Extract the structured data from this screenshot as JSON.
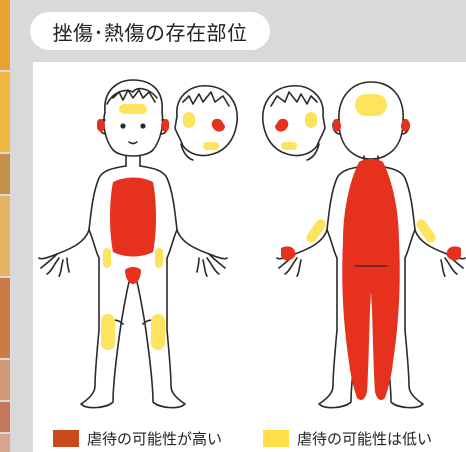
{
  "title": "挫傷･熱傷の存在部位",
  "legend": [
    {
      "label": "虐待の可能性が高い",
      "color": "#c8491c"
    },
    {
      "label": "虐待の可能性は低い",
      "color": "#ffe04a"
    }
  ],
  "colors": {
    "high": "#e5311e",
    "low": "#fde45c",
    "outline": "#2a2a2a",
    "background": "#d9d9d9",
    "strip": [
      "#e8a234",
      "#f0b845",
      "#c58f4a",
      "#e6b364",
      "#c97d45",
      "#d39a78",
      "#c47a5a",
      "#d7a48e"
    ]
  }
}
